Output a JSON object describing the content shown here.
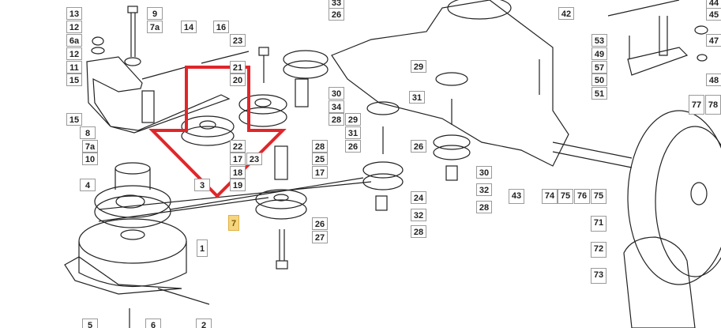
{
  "title": "Drive belt and transmission exploded parts diagram",
  "highlighted_part": "7",
  "colors": {
    "arrow": "#e0262a",
    "highlight": "#f6d580",
    "line": "#222222"
  },
  "labels": [
    "13",
    "9",
    "12",
    "7a",
    "14",
    "16",
    "6a",
    "12",
    "23",
    "11",
    "21",
    "15",
    "20",
    "15",
    "8",
    "30",
    "34",
    "28",
    "29",
    "31",
    "26",
    "7a",
    "22",
    "28",
    "10",
    "17",
    "23",
    "25",
    "18",
    "17",
    "4",
    "3",
    "19",
    "7",
    "26",
    "27",
    "1",
    "5",
    "6",
    "2",
    "33",
    "26",
    "42",
    "44",
    "45",
    "53",
    "47",
    "49",
    "57",
    "50",
    "48",
    "51",
    "77",
    "78",
    "29",
    "31",
    "26",
    "30",
    "24",
    "32",
    "32",
    "28",
    "28",
    "43",
    "74",
    "75",
    "76",
    "75",
    "71",
    "72",
    "73"
  ]
}
